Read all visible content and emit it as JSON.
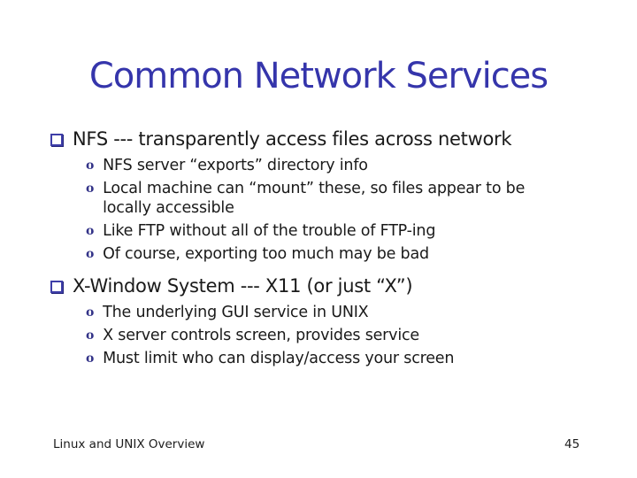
{
  "slide": {
    "title": "Common Network Services",
    "markers": {
      "sub": "o"
    },
    "sections": [
      {
        "bullet": "NFS --- transparently access files across network",
        "subs": [
          "NFS server “exports” directory info",
          "Local machine can “mount” these, so files appear to be locally accessible",
          "Like FTP without all of the trouble of FTP-ing",
          "Of course, exporting too much may be bad"
        ]
      },
      {
        "bullet": "X-Window System --- X11 (or just “X”)",
        "subs": [
          "The underlying GUI service in UNIX",
          "X server controls screen, provides service",
          "Must limit who can display/access your screen"
        ]
      }
    ],
    "footer": {
      "left": "Linux and UNIX Overview",
      "page": "45"
    },
    "colors": {
      "title": "#3535AB",
      "bullet_square": "#3E3EA8",
      "sub_marker": "#333388",
      "body_text": "#1a1a1a",
      "background": "#ffffff"
    }
  }
}
